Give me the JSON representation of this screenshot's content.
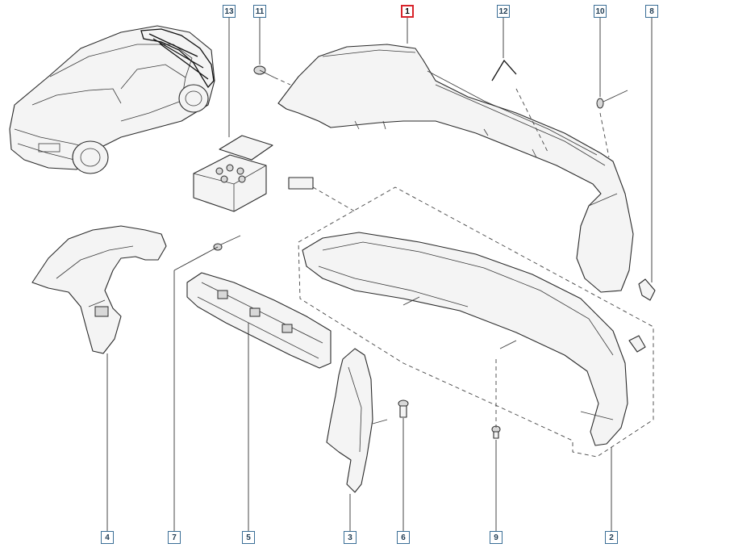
{
  "diagram": {
    "callouts": [
      {
        "label": "1",
        "selected": true
      },
      {
        "label": "2"
      },
      {
        "label": "3"
      },
      {
        "label": "4"
      },
      {
        "label": "5"
      },
      {
        "label": "6"
      },
      {
        "label": "7"
      },
      {
        "label": "8"
      },
      {
        "label": "9"
      },
      {
        "label": "10"
      },
      {
        "label": "11"
      },
      {
        "label": "12"
      },
      {
        "label": "13"
      }
    ],
    "colors": {
      "callout_border": "#3a6e96",
      "selected_border": "#d8232a",
      "line": "#2a2a2a",
      "background": "#ffffff"
    }
  }
}
